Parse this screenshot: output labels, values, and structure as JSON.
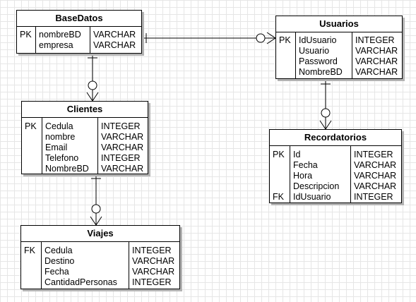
{
  "diagram": {
    "entities": [
      {
        "id": "basedatos",
        "title": "BaseDatos",
        "rows": [
          {
            "key": "PK",
            "name": "nombreBD",
            "type": "VARCHAR"
          },
          {
            "key": "",
            "name": "empresa",
            "type": "VARCHAR"
          }
        ]
      },
      {
        "id": "usuarios",
        "title": "Usuarios",
        "rows": [
          {
            "key": "PK",
            "name": "IdUsuario",
            "type": "INTEGER"
          },
          {
            "key": "",
            "name": "Usuario",
            "type": "VARCHAR"
          },
          {
            "key": "",
            "name": "Password",
            "type": "VARCHAR"
          },
          {
            "key": "",
            "name": "NombreBD",
            "type": "VARCHAR"
          }
        ]
      },
      {
        "id": "clientes",
        "title": "Clientes",
        "rows": [
          {
            "key": "PK",
            "name": "Cedula",
            "type": "INTEGER"
          },
          {
            "key": "",
            "name": "nombre",
            "type": "VARCHAR"
          },
          {
            "key": "",
            "name": "Email",
            "type": "VARCHAR"
          },
          {
            "key": "",
            "name": "Telefono",
            "type": "INTEGER"
          },
          {
            "key": "",
            "name": "NombreBD",
            "type": "VARCHAR"
          }
        ]
      },
      {
        "id": "recordatorios",
        "title": "Recordatorios",
        "rows": [
          {
            "key": "PK",
            "name": "Id",
            "type": "INTEGER"
          },
          {
            "key": "",
            "name": "Fecha",
            "type": "VARCHAR"
          },
          {
            "key": "",
            "name": "Hora",
            "type": "VARCHAR"
          },
          {
            "key": "",
            "name": "Descripcion",
            "type": "VARCHAR"
          },
          {
            "key": "FK",
            "name": "IdUsuario",
            "type": "INTEGER"
          }
        ]
      },
      {
        "id": "viajes",
        "title": "Viajes",
        "rows": [
          {
            "key": "FK",
            "name": "Cedula",
            "type": "INTEGER"
          },
          {
            "key": "",
            "name": "Destino",
            "type": "VARCHAR"
          },
          {
            "key": "",
            "name": "Fecha",
            "type": "VARCHAR"
          },
          {
            "key": "",
            "name": "CantidadPersonas",
            "type": "INTEGER"
          }
        ]
      }
    ],
    "relationships": [
      {
        "from": "basedatos",
        "to": "usuarios",
        "from_end": "one",
        "to_end": "zero-or-many"
      },
      {
        "from": "basedatos",
        "to": "clientes",
        "from_end": "one",
        "to_end": "zero-or-many"
      },
      {
        "from": "usuarios",
        "to": "recordatorios",
        "from_end": "one",
        "to_end": "zero-or-many"
      },
      {
        "from": "clientes",
        "to": "viajes",
        "from_end": "one",
        "to_end": "zero-or-many"
      }
    ]
  }
}
